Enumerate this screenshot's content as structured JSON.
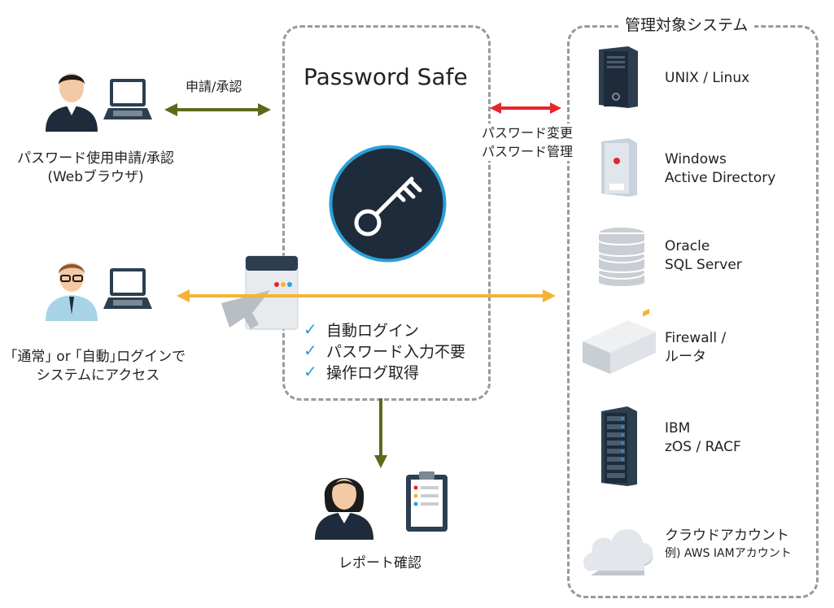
{
  "center": {
    "title": "Password Safe",
    "features": [
      "自動ログイン",
      "パスワード入力不要",
      "操作ログ取得"
    ]
  },
  "top_left": {
    "arrow_label": "申請/承認",
    "caption_line1": "パスワード使用申請/承認",
    "caption_line2": "(Webブラウザ)"
  },
  "middle_left": {
    "caption_line1": "｢通常｣ or ｢自動｣ログインで",
    "caption_line2": "システムにアクセス"
  },
  "connector": {
    "label_line1": "パスワード変更",
    "label_line2": "パスワード管理"
  },
  "bottom": {
    "caption": "レポート確認"
  },
  "targets": {
    "title": "管理対象システム",
    "items": [
      {
        "line1": "UNIX / Linux",
        "line2": "",
        "icon": "tower-server-icon"
      },
      {
        "line1": "Windows",
        "line2": "Active Directory",
        "icon": "windows-pc-icon"
      },
      {
        "line1": "Oracle",
        "line2": "SQL Server",
        "icon": "database-icon"
      },
      {
        "line1": "Firewall /",
        "line2": "ルータ",
        "icon": "router-icon"
      },
      {
        "line1": "IBM",
        "line2": "zOS / RACF",
        "icon": "rack-server-icon"
      },
      {
        "line1": "クラウドアカウント",
        "line2": "例) AWS IAMアカウント",
        "icon": "cloud-icon"
      }
    ]
  },
  "colors": {
    "approval_arrow": "#5a6b1a",
    "password_arrow": "#e5262b",
    "access_arrow": "#f5b335",
    "report_arrow": "#5a6b1a",
    "key_circle": "#1e2b3a",
    "key_ring": "#2aa0d8",
    "check": "#2aa0d8"
  }
}
